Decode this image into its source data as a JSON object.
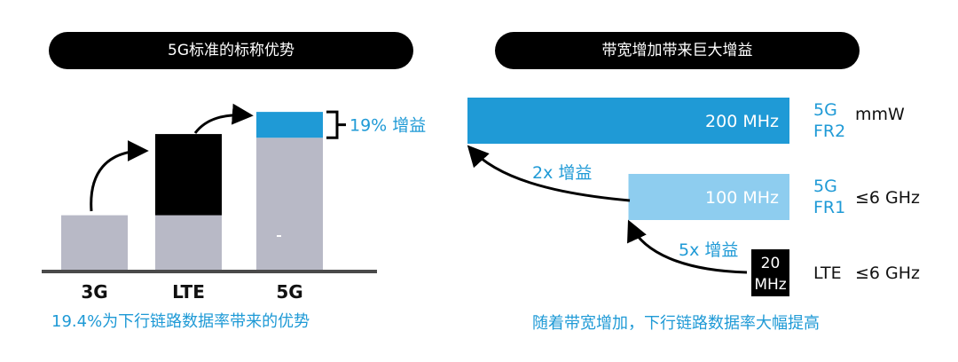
{
  "left": {
    "title": "5G标准的标称优势",
    "caption": "19.4%为下行链路数据率带来的优势",
    "gain_label": "19% 增益",
    "chart_data": {
      "type": "bar",
      "stacked": true,
      "categories": [
        "3G",
        "LTE",
        "5G"
      ],
      "series": [
        {
          "values": [
            0.3,
            0.3,
            0.72
          ],
          "color": "#b8b9c6"
        },
        {
          "values": [
            0,
            0.44,
            0
          ],
          "color": "#000000"
        },
        {
          "values": [
            0,
            0,
            0.14
          ],
          "color": "#1f9ad6"
        }
      ],
      "grid": false,
      "legend": "none"
    }
  },
  "right": {
    "title": "带宽增加带来巨大增益",
    "caption": "随着带宽增加，下行链路数据率大幅提高",
    "chart_data": {
      "type": "bar",
      "orientation": "horizontal",
      "categories": [
        "5G FR2",
        "5G FR1",
        "LTE"
      ],
      "values": [
        200,
        100,
        20
      ],
      "unit": "MHz",
      "bar_labels": [
        "200 MHz",
        "100 MHz",
        "20 MHz"
      ],
      "row_labels": [
        {
          "tech": [
            "5G",
            "FR2"
          ],
          "band": "mmW"
        },
        {
          "tech": [
            "5G",
            "FR1"
          ],
          "band": "≤6 GHz"
        },
        {
          "tech": [
            "LTE"
          ],
          "band": "≤6 GHz"
        }
      ],
      "gain_labels": [
        "2x 增益",
        "5x 增益"
      ],
      "colors": [
        "#1f9ad6",
        "#8ecdef",
        "#000000"
      ]
    }
  }
}
